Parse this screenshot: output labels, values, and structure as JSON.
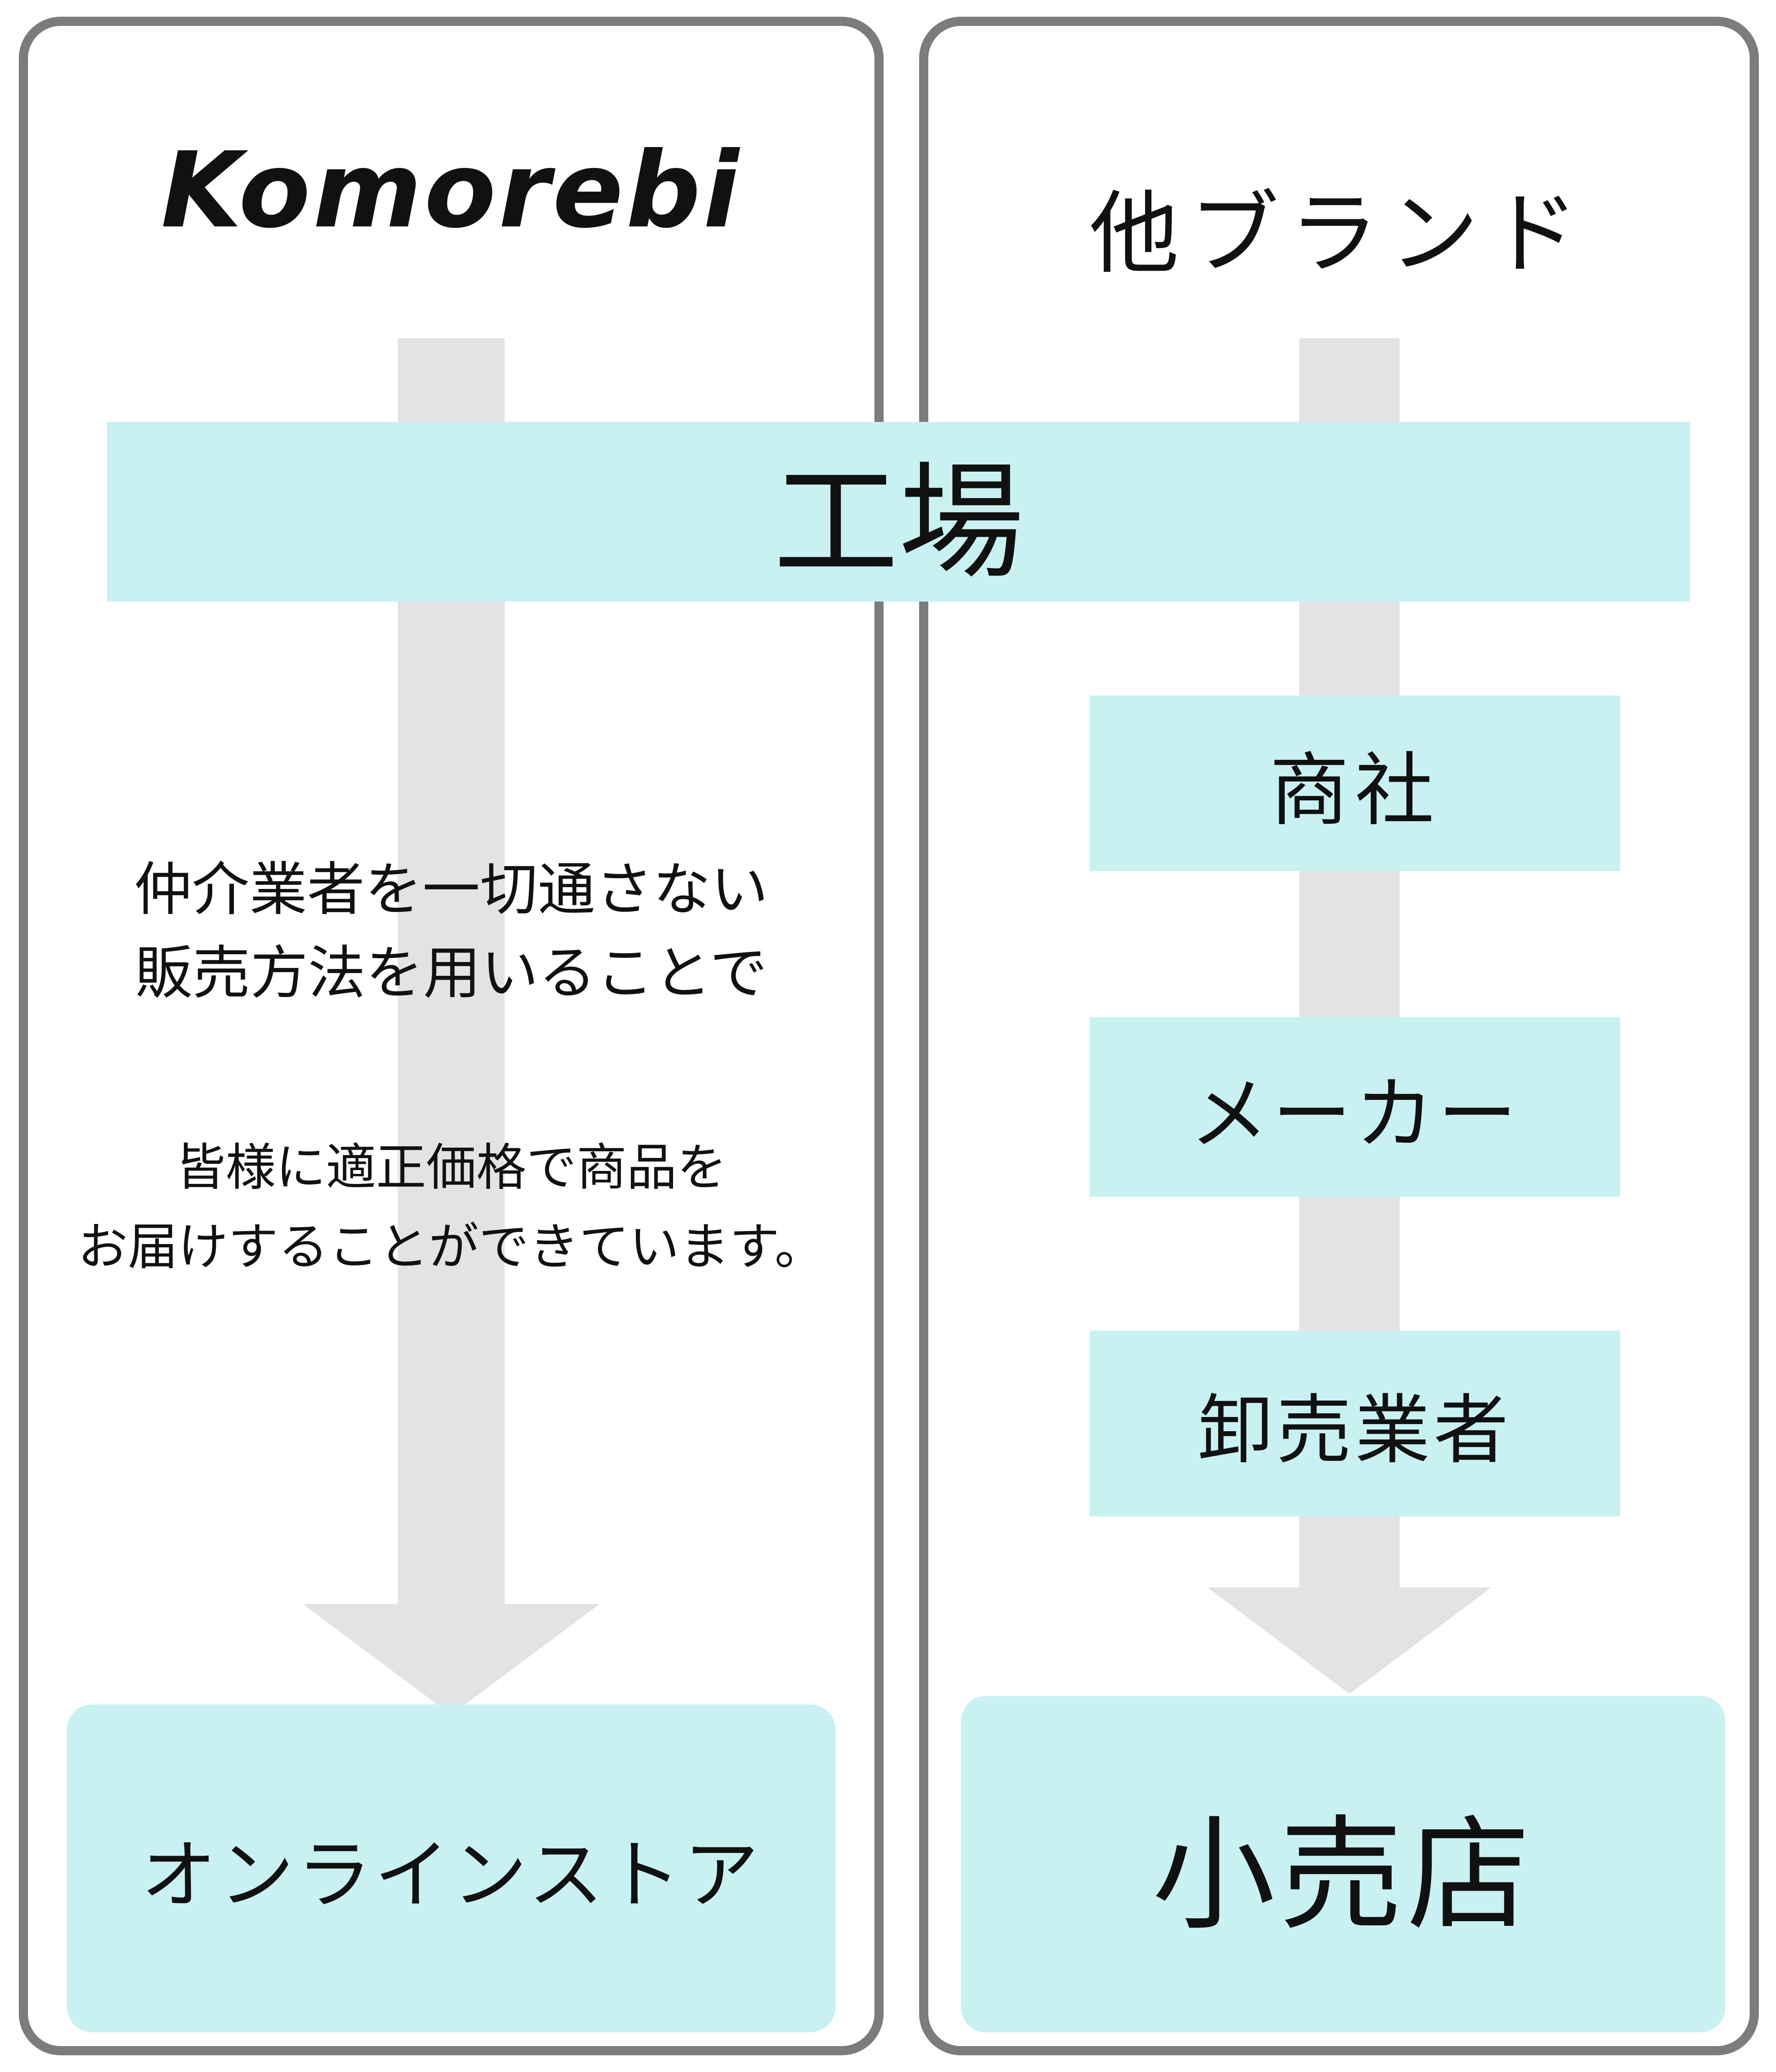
{
  "left_panel": {
    "logo_text": "Komorebi",
    "description_1": {
      "line1": "仲介業者を一切通さない",
      "line2": "販売方法を用いることで"
    },
    "description_2": {
      "line1": "皆様に適正価格で商品を",
      "line2": "お届けすることができています。"
    },
    "bottom_box_label": "オンラインストア"
  },
  "right_panel": {
    "title": "他ブランド",
    "boxes": [
      "商社",
      "メーカー",
      "卸売業者"
    ],
    "bottom_box_label": "小売店"
  },
  "shared": {
    "factory_label": "工場"
  },
  "colors": {
    "box_fill": "#c9f1f2",
    "arrow_fill": "#e3e3e3",
    "panel_border": "#7c7c7c",
    "text": "#1a1a1a"
  }
}
